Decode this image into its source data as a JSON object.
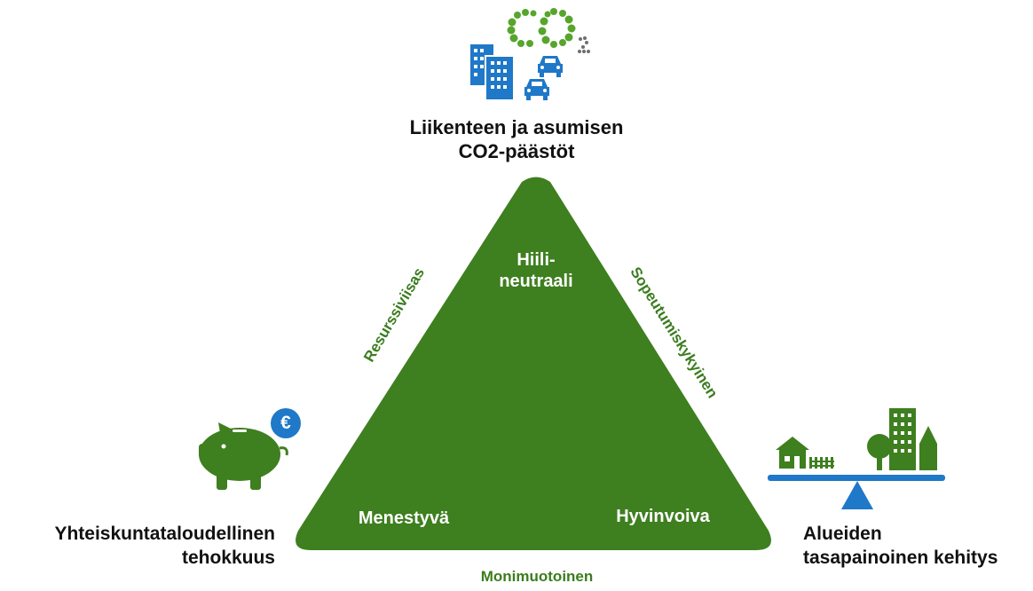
{
  "top": {
    "line1": "Liikenteen ja asumisen",
    "line2": "CO2-päästöt",
    "co2": {
      "c": "C",
      "o": "O",
      "sub": "2"
    }
  },
  "triangle": {
    "apex_line1": "Hiili-",
    "apex_line2": "neutraali",
    "bottom_left": "Menestyvä",
    "bottom_right": "Hyvinvoiva"
  },
  "edges": {
    "left": "Resurssiviisas",
    "right": "Sopeutumiskykyinen",
    "bottom": "Monimuotoinen"
  },
  "left_corner": {
    "line1": "Yhteiskuntataloudellinen",
    "line2": "tehokkuus",
    "coin_symbol": "€"
  },
  "right_corner": {
    "line1": "Alueiden",
    "line2": "tasapainoinen kehitys"
  },
  "colors": {
    "green": "#3e7f1f",
    "edge_green": "#3b7d1e",
    "blue": "#1f78c8",
    "dark": "#111111"
  }
}
